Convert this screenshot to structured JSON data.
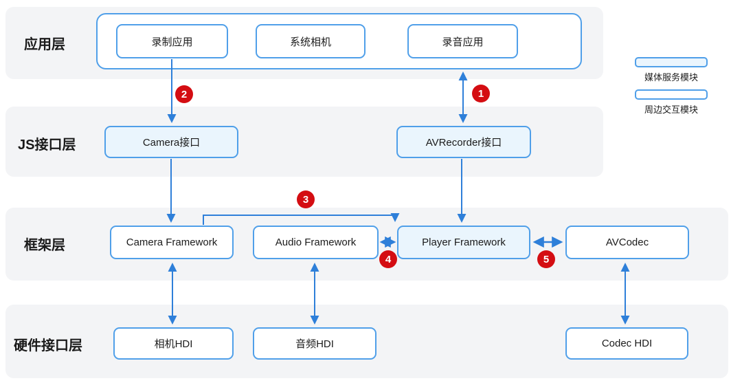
{
  "diagram": {
    "title": "media architecture layers",
    "layers": [
      {
        "label": "应用层",
        "boxes": [
          {
            "label": "录制应用"
          },
          {
            "label": "系统相机"
          },
          {
            "label": "录音应用"
          }
        ]
      },
      {
        "label": "JS接口层",
        "boxes": [
          {
            "label": "Camera接口"
          },
          {
            "label": "AVRecorder接口"
          }
        ]
      },
      {
        "label": "框架层",
        "boxes": [
          {
            "label": "Camera Framework"
          },
          {
            "label": "Audio Framework"
          },
          {
            "label": "Player Framework"
          },
          {
            "label": "AVCodec"
          }
        ]
      },
      {
        "label": "硬件接口层",
        "boxes": [
          {
            "label": "相机HDI"
          },
          {
            "label": "音频HDI"
          },
          {
            "label": "Codec HDI"
          }
        ]
      }
    ],
    "badges": [
      {
        "n": "1"
      },
      {
        "n": "2"
      },
      {
        "n": "3"
      },
      {
        "n": "4"
      },
      {
        "n": "5"
      }
    ],
    "legend": [
      {
        "label": "媒体服务模块",
        "swatch": "light-blue-fill"
      },
      {
        "label": "周边交互模块",
        "swatch": "white-fill"
      }
    ],
    "colors": {
      "band_gray": "#f3f4f6",
      "box_border_blue": "#4f9fe9",
      "arrow_blue": "#2e7fd9",
      "light_blue_fill": "#eaf5fd",
      "badge_red": "#d40d12"
    }
  }
}
